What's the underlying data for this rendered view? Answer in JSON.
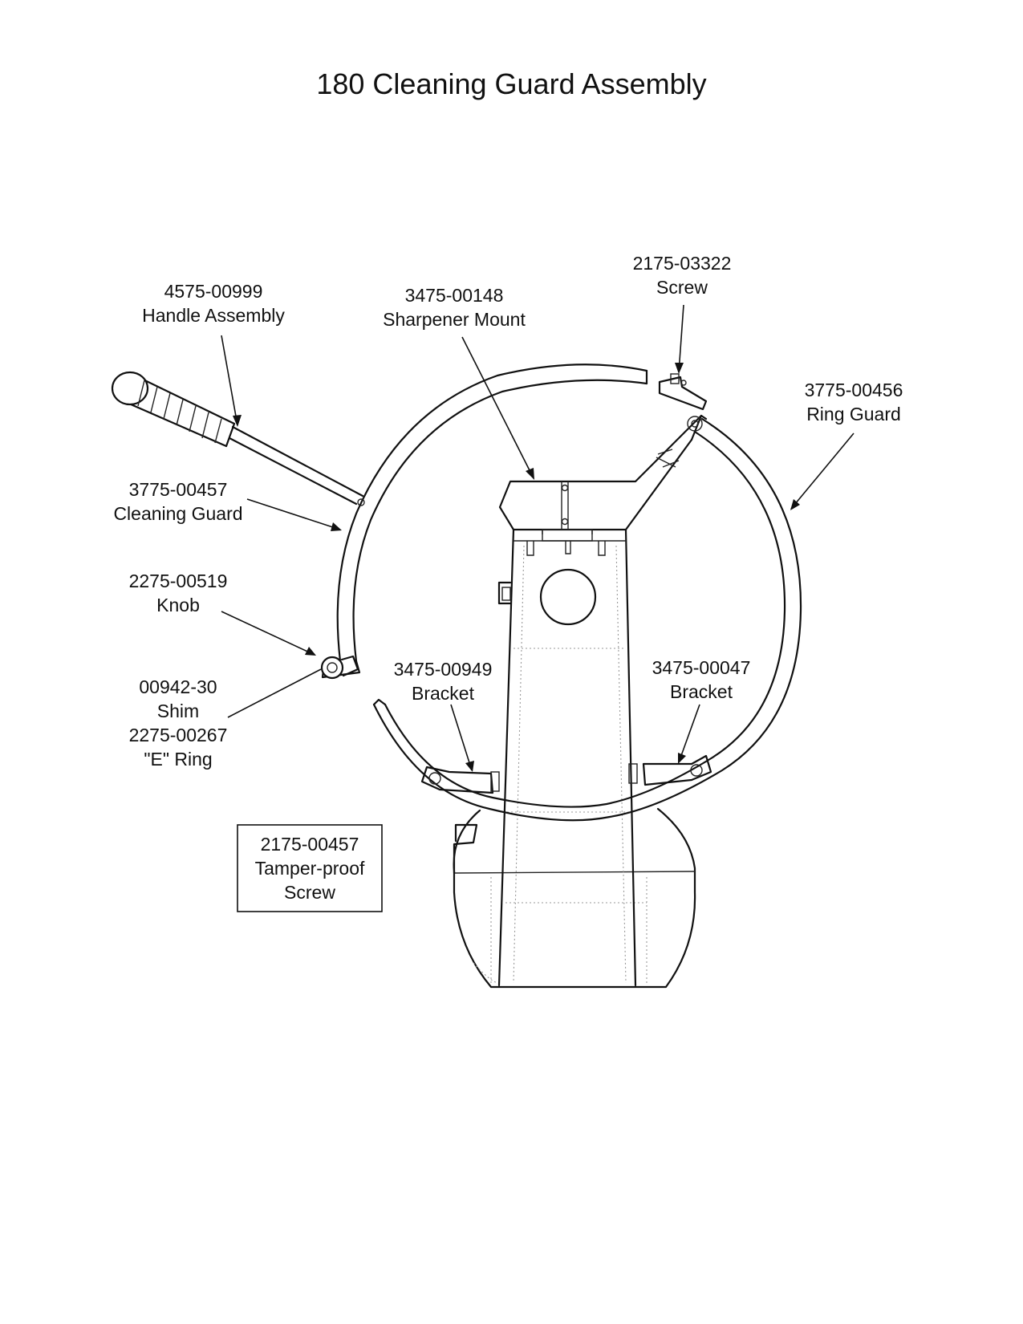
{
  "title": "180 Cleaning Guard Assembly",
  "callouts": [
    {
      "id": "handle-assembly",
      "part": "4575-00999",
      "name": "Handle Assembly"
    },
    {
      "id": "sharpener-mount",
      "part": "3475-00148",
      "name": "Sharpener Mount"
    },
    {
      "id": "screw",
      "part": "2175-03322",
      "name": "Screw"
    },
    {
      "id": "ring-guard",
      "part": "3775-00456",
      "name": "Ring Guard"
    },
    {
      "id": "cleaning-guard",
      "part": "3775-00457",
      "name": "Cleaning Guard"
    },
    {
      "id": "knob",
      "part": "2275-00519",
      "name": "Knob"
    },
    {
      "id": "shim-e-ring",
      "lines": [
        "00942-30",
        "Shim",
        "2275-00267",
        "\"E\" Ring"
      ]
    },
    {
      "id": "bracket-left",
      "part": "3475-00949",
      "name": "Bracket"
    },
    {
      "id": "bracket-right",
      "part": "3475-00047",
      "name": "Bracket"
    }
  ],
  "note_box": {
    "lines": [
      "2175-00457",
      "Tamper-proof",
      "Screw"
    ]
  }
}
